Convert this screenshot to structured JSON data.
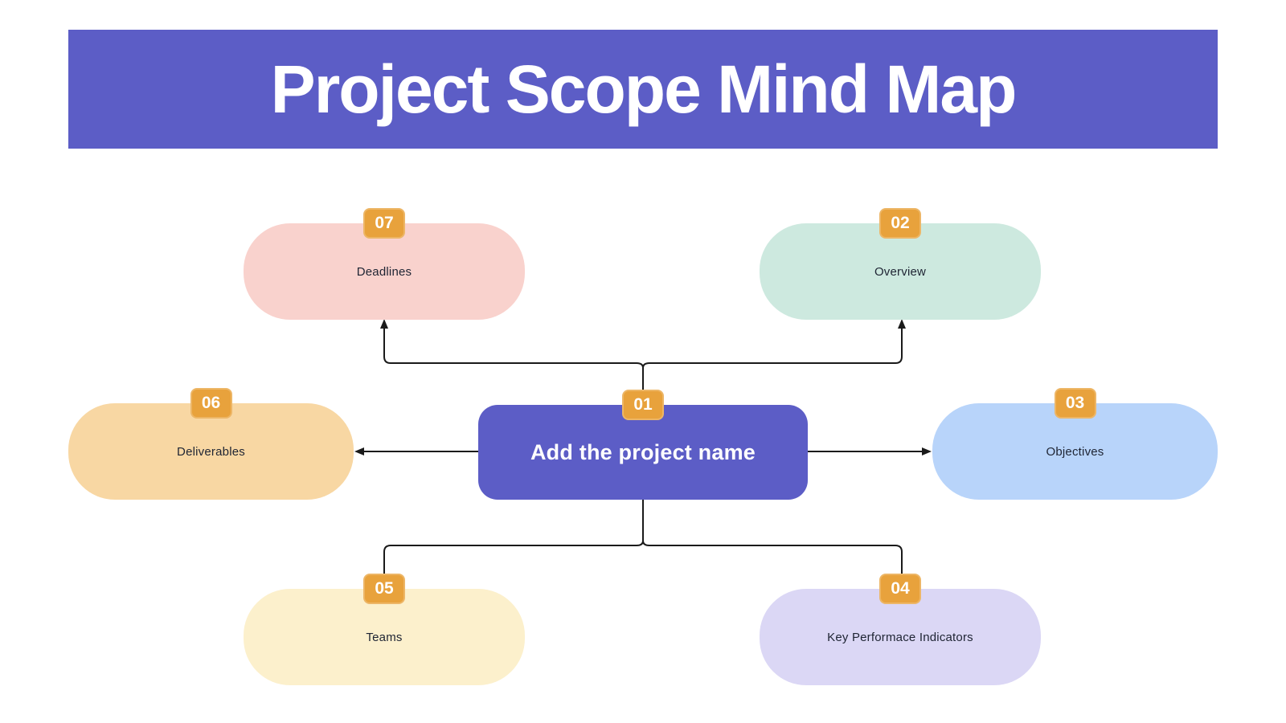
{
  "title": "Project Scope Mind Map",
  "center_node": {
    "number": "01",
    "label": "Add the project name"
  },
  "nodes": [
    {
      "number": "07",
      "label": "Deadlines",
      "color": "#F9D2CD",
      "position": "top-left"
    },
    {
      "number": "02",
      "label": "Overview",
      "color": "#CDE9DF",
      "position": "top-right"
    },
    {
      "number": "06",
      "label": "Deliverables",
      "color": "#F8D7A3",
      "position": "mid-left"
    },
    {
      "number": "03",
      "label": "Objectives",
      "color": "#B8D4FA",
      "position": "mid-right"
    },
    {
      "number": "05",
      "label": "Teams",
      "color": "#FCF0CC",
      "position": "bottom-left"
    },
    {
      "number": "04",
      "label": "Key Performace Indicators",
      "color": "#DBD7F5",
      "position": "bottom-right"
    }
  ],
  "colors": {
    "page_bg": "#FFFFFF",
    "header_bg": "#5C5DC6",
    "title_text": "#FFFFFF",
    "center_bg": "#5C5DC6",
    "center_text": "#FFFFFF",
    "badge_bg": "#E8A23C",
    "badge_text": "#FFFFFF",
    "label_text": "#1E2433",
    "connector": "#1A1A1A"
  }
}
